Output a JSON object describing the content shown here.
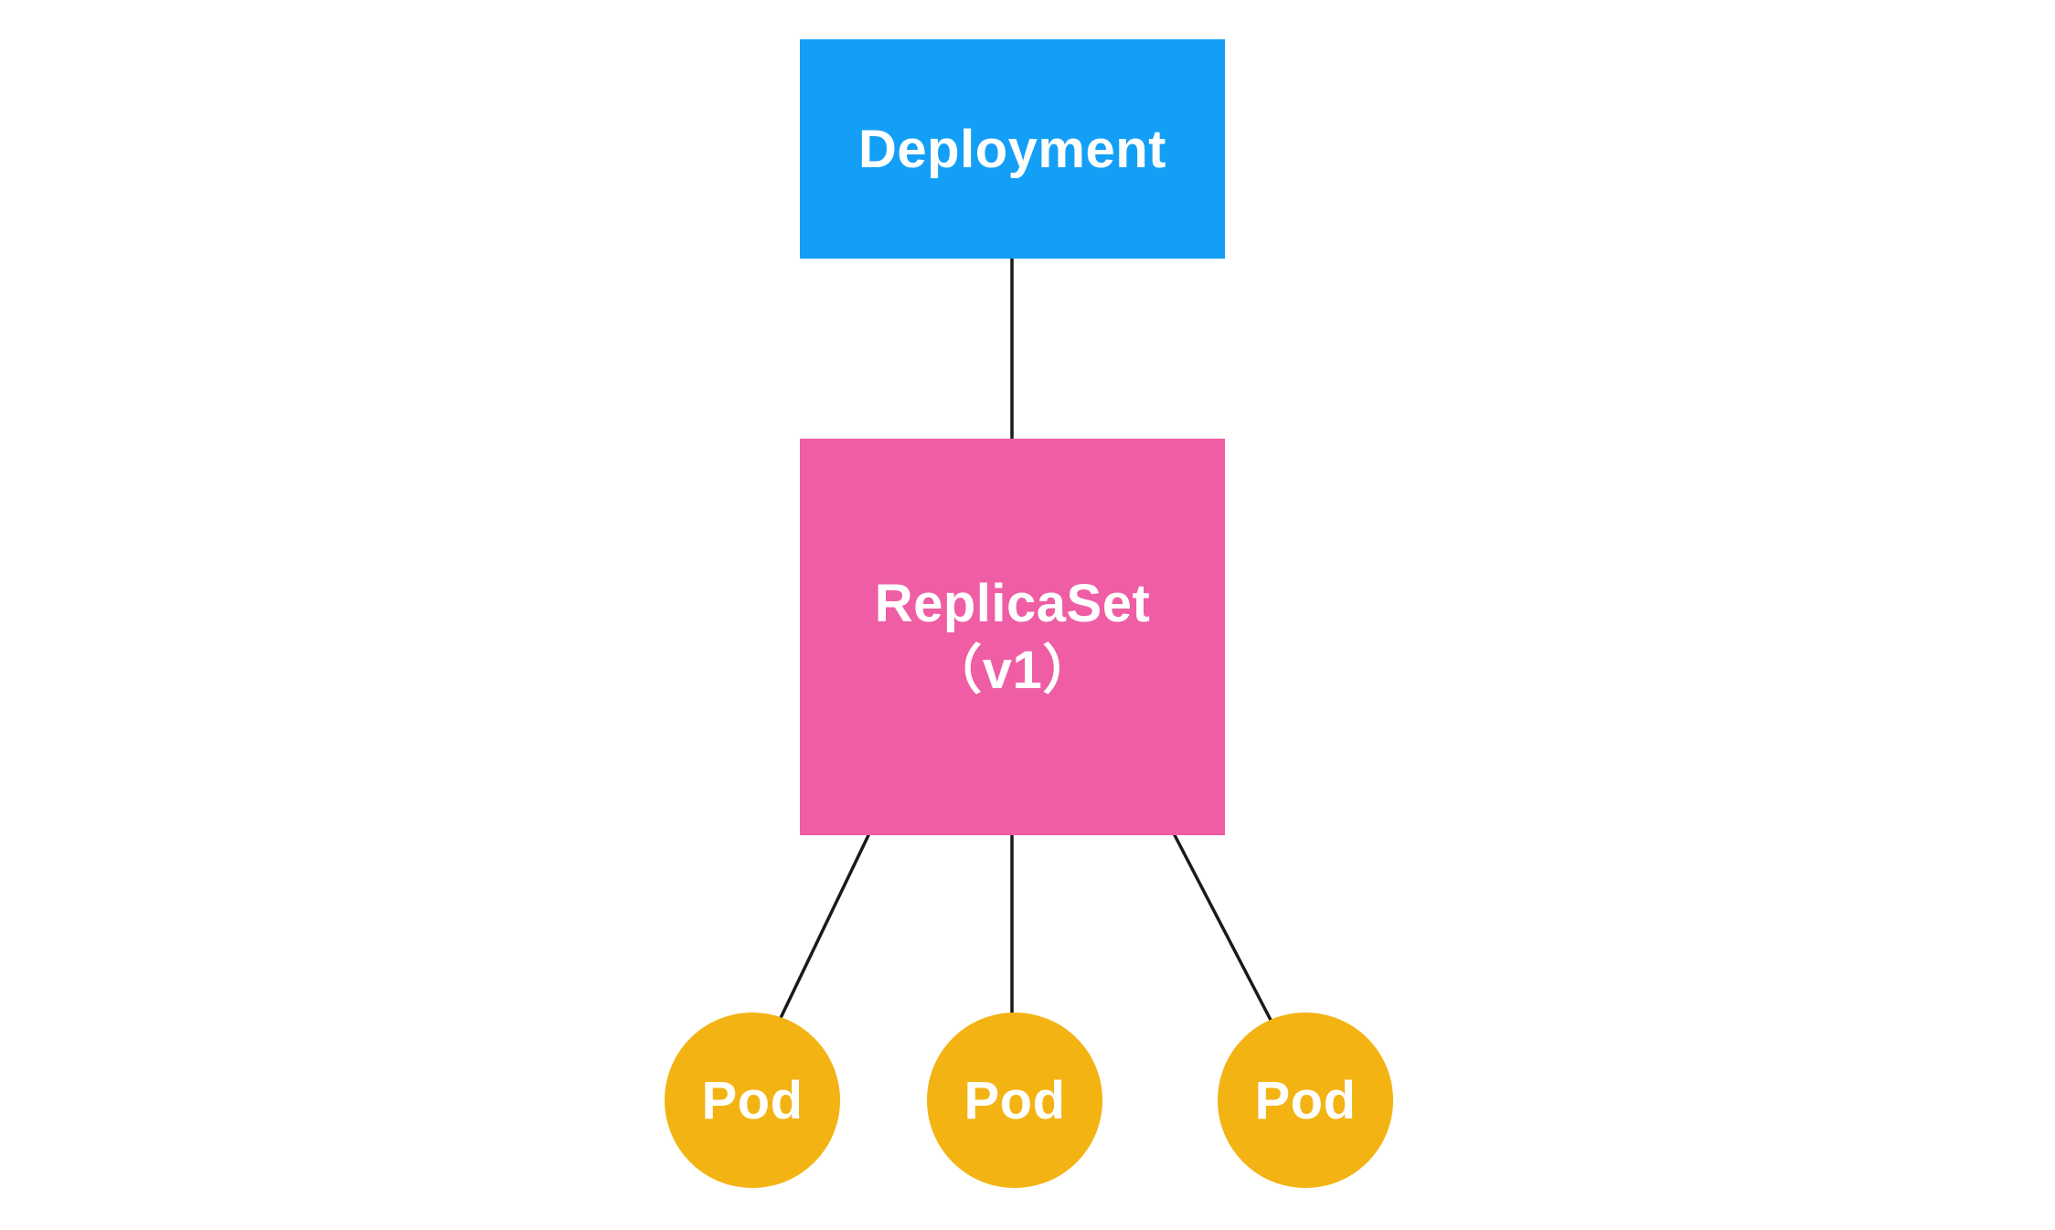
{
  "colors": {
    "background": "#ffffff",
    "deployment_fill": "#149ff6",
    "replicaset_fill": "#ef5ea4",
    "pod_fill": "#f3b313",
    "edge": "#1a1a1a",
    "label_text": "#ffffff"
  },
  "nodes": {
    "deployment": {
      "label": "Deployment"
    },
    "replicaset": {
      "label": "ReplicaSet",
      "version": "（v1）"
    },
    "pods": [
      {
        "label": "Pod"
      },
      {
        "label": "Pod"
      },
      {
        "label": "Pod"
      }
    ]
  }
}
